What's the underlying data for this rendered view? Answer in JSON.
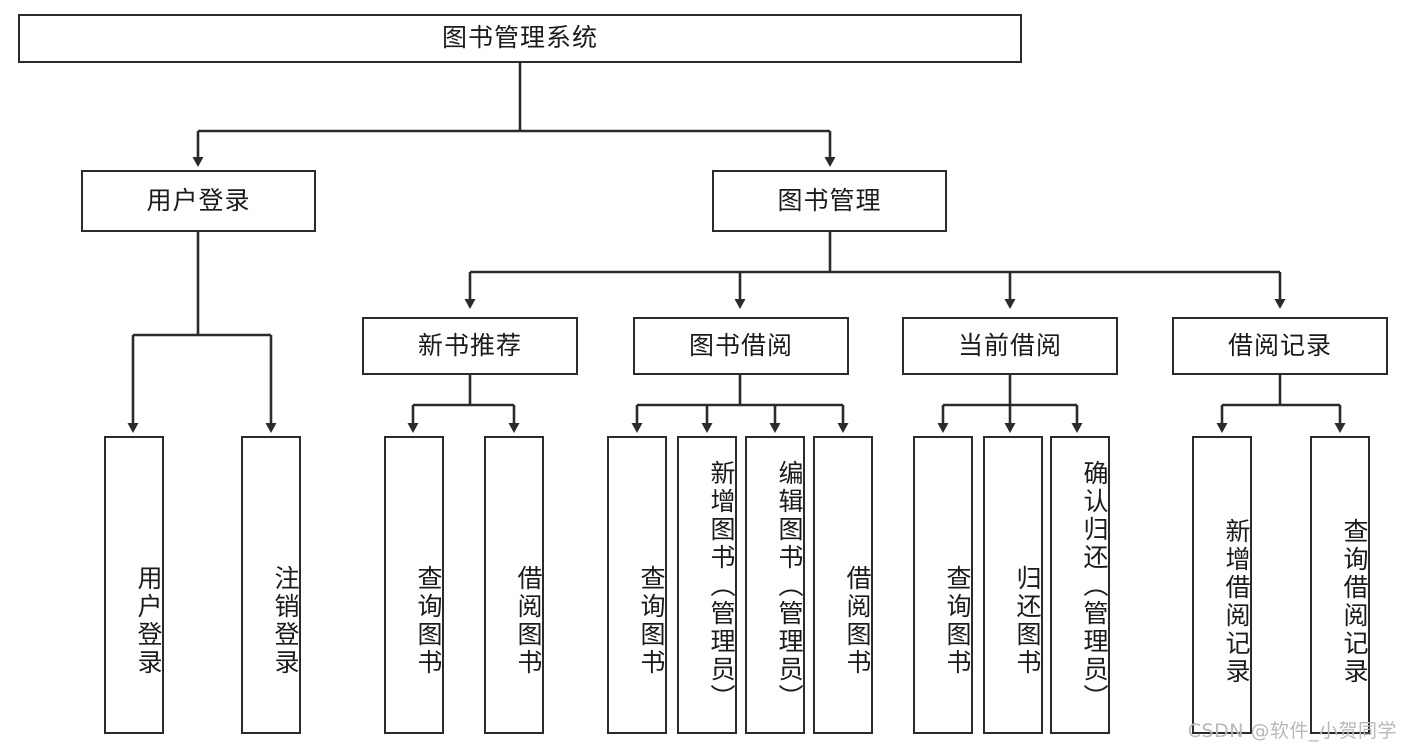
{
  "diagram": {
    "title": "图书管理系统",
    "watermark": "CSDN @软件_小贺同学",
    "root": {
      "label": "图书管理系统"
    },
    "level2": [
      {
        "label": "用户登录"
      },
      {
        "label": "图书管理"
      }
    ],
    "level3": [
      {
        "label": "新书推荐"
      },
      {
        "label": "图书借阅"
      },
      {
        "label": "当前借阅"
      },
      {
        "label": "借阅记录"
      }
    ],
    "leaves": {
      "user_login": [
        {
          "label": "用户登录"
        },
        {
          "label": "注销登录"
        }
      ],
      "new_book": [
        {
          "label": "查询图书"
        },
        {
          "label": "借阅图书"
        }
      ],
      "borrow_book": [
        {
          "label": "查询图书"
        },
        {
          "label": "新增图书（管理员）"
        },
        {
          "label": "编辑图书（管理员）"
        },
        {
          "label": "借阅图书"
        }
      ],
      "current_borrow": [
        {
          "label": "查询图书"
        },
        {
          "label": "归还图书"
        },
        {
          "label": "确认归还（管理员）"
        }
      ],
      "borrow_record": [
        {
          "label": "新增借阅记录"
        },
        {
          "label": "查询借阅记录"
        }
      ]
    },
    "colors": {
      "stroke": "#2b2b2b",
      "fill": "#ffffff",
      "text": "#1b1b1b",
      "watermark": "#b9b9b9"
    }
  }
}
